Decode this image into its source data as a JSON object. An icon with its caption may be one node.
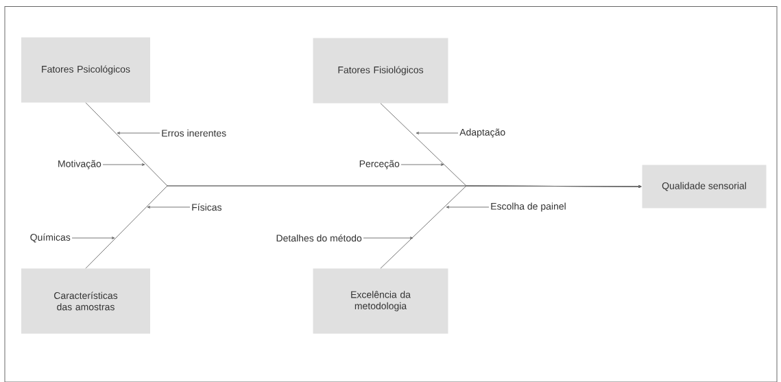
{
  "diagram": {
    "nodes": [
      {
        "text": [
          "Fatores Psicológicos"
        ]
      },
      {
        "text": [
          "Fatores Fisiológicos"
        ]
      },
      {
        "text": [
          "Erros inerentes"
        ]
      },
      {
        "text": [
          "Adaptação"
        ]
      },
      {
        "text": [
          "Motivação"
        ]
      },
      {
        "text": [
          "Perceção"
        ]
      },
      {
        "text": [
          "Qualidade sensorial"
        ]
      },
      {
        "text": [
          "Físicas"
        ]
      },
      {
        "text": [
          "Escolha de painel"
        ]
      },
      {
        "text": [
          "Químicas"
        ]
      },
      {
        "text": [
          "Detalhes do método"
        ]
      },
      {
        "text": [
          "Características das amostras"
        ]
      },
      {
        "text": [
          "Excelência da metodologia"
        ]
      }
    ],
    "edges": [
      {
        "from": 0,
        "to": 6,
        "arrow": "to"
      },
      {
        "from": 1,
        "to": 6,
        "arrow": "to"
      },
      {
        "from": 11,
        "to": 6,
        "arrow": "to"
      },
      {
        "from": 12,
        "to": 6,
        "arrow": "to"
      },
      {
        "from": 2,
        "to": null,
        "arrow": "to"
      },
      {
        "from": 3,
        "to": null,
        "arrow": "to"
      },
      {
        "from": 4,
        "to": null,
        "arrow": "to"
      },
      {
        "from": 5,
        "to": null,
        "arrow": "to"
      },
      {
        "from": 7,
        "to": null,
        "arrow": "to"
      },
      {
        "from": 8,
        "to": null,
        "arrow": "to"
      },
      {
        "from": 9,
        "to": null,
        "arrow": "to"
      },
      {
        "from": 10,
        "to": null,
        "arrow": "to"
      }
    ]
  }
}
